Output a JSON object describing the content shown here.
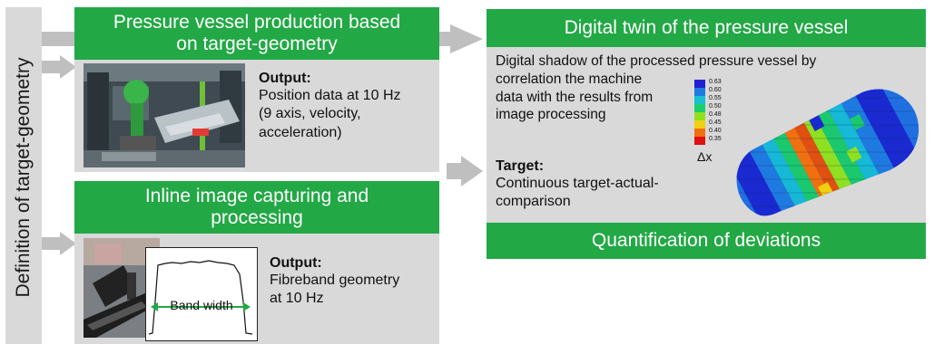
{
  "side_label": "Definition of target-geometry",
  "production": {
    "title": "Pressure vessel production based on target-geometry",
    "output_title": "Output:",
    "output_lines": [
      "Position data at 10 Hz",
      "(9 axis, velocity,",
      "acceleration)"
    ]
  },
  "inline": {
    "title": "Inline image capturing and processing",
    "output_title": "Output:",
    "output_lines": [
      "Fibreband geometry",
      "at 10 Hz"
    ],
    "band_label": "Band width"
  },
  "twin": {
    "title": "Digital twin of the pressure vessel",
    "desc_lines": [
      "Digital shadow of the processed pressure vessel by",
      "correlation the machine",
      "data with the results from",
      "image processing"
    ],
    "target_title": "Target:",
    "target_lines": [
      "Continuous target-actual-",
      "comparison"
    ],
    "footer": "Quantification of deviations",
    "delta_label": "Δx",
    "scale_ticks": [
      "0.63",
      "0.60",
      "0.55",
      "0.50",
      "0.48",
      "0.45",
      "0.40",
      "0.35"
    ]
  },
  "colors": {
    "green": "#22a845",
    "gray": "#d9d9d9",
    "arrow": "#bfbfbf"
  }
}
